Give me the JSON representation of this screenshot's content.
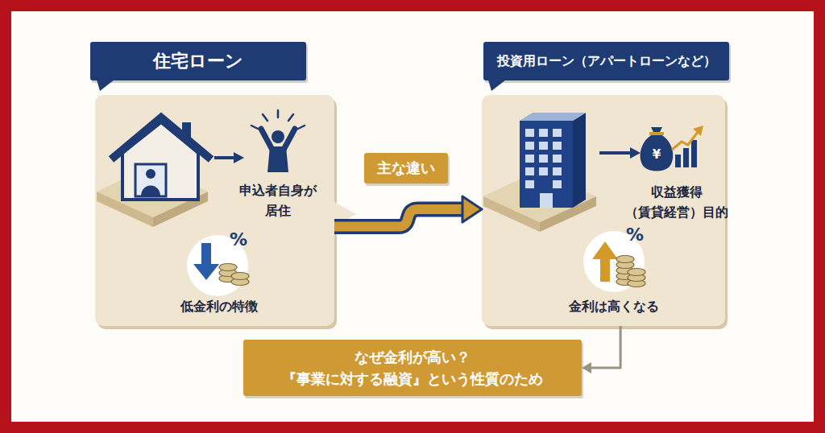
{
  "diagram": {
    "nodes": [
      {
        "text": [
          "住宅ローン",
          "申込者自身が 居住",
          "低金利の特徴"
        ]
      },
      {
        "text": [
          "主な違い"
        ]
      },
      {
        "text": [
          "投資用ローン（アパートローンなど）",
          "収益獲得 （賃貸経営）目的",
          "金利は高くなる"
        ]
      },
      {
        "text": [
          "なぜ金利が高い？ 『事業に対する融資』という性質のため"
        ]
      }
    ],
    "edges": [
      {
        "from": 0,
        "to": 2,
        "arrow": "to"
      },
      {
        "from": 2,
        "to": 3,
        "arrow": "to"
      }
    ],
    "labels": [
      "%",
      "¥",
      "%"
    ]
  }
}
